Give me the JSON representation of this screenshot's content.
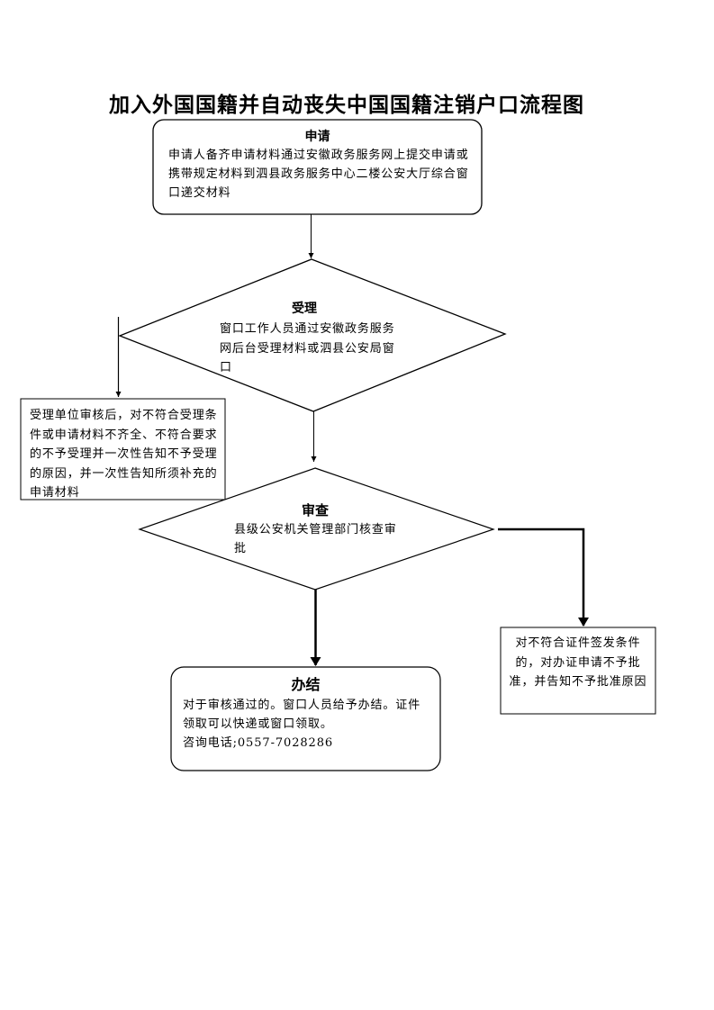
{
  "title": "加入外国国籍并自动丧失中国国籍注销户口流程图",
  "steps": {
    "apply": {
      "heading": "申请",
      "lines": [
        "申请人备齐申请材料通过安徽政务服务网上提交申请或",
        "携带规定材料到泗县政务服务中心二楼公安大厅综合窗",
        "口递交材料"
      ]
    },
    "accept": {
      "heading": "受理",
      "lines": [
        "窗口工作人员通过安徽政务服务",
        "网后台受理材料或泗县公安局窗",
        "口"
      ]
    },
    "reject_accept": {
      "lines": [
        "受理单位审核后，对不符合受理条",
        "件或申请材料不齐全、不符合要求",
        "的不予受理并一次性告知不予受理",
        "的原因，并一次性告知所须补充的",
        "申请材料"
      ]
    },
    "review": {
      "heading": "审查",
      "lines": [
        "县级公安机关管理部门核查审",
        "批"
      ]
    },
    "reject_review": {
      "lines": [
        "对不符合证件签发条件",
        "的，对办证申请不予批",
        "准，并告知不予批准原因"
      ]
    },
    "complete": {
      "heading": "办结",
      "lines": [
        "对于审核通过的。窗口人员给予办结。证件",
        "领取可以快递或窗口领取。",
        "咨询电话;0557-7028286"
      ]
    }
  }
}
